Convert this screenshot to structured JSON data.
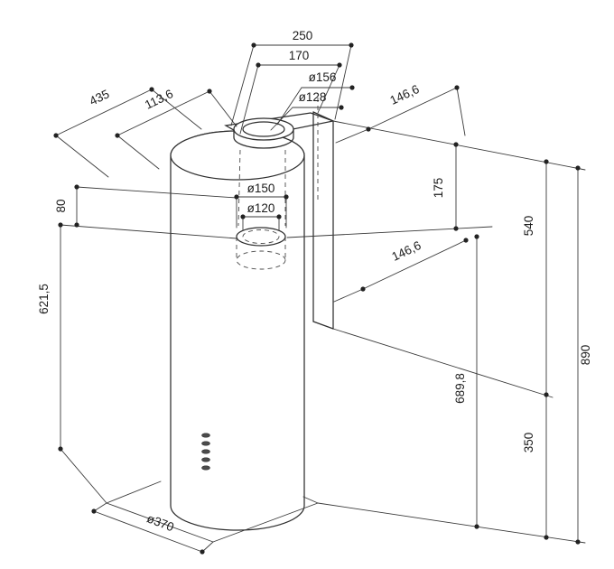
{
  "diagram": {
    "kind": "technical-dimensional-drawing",
    "subject": "cylindrical island range hood with wall bracket and duct collar",
    "units": "mm",
    "line_color": "#2e2e2e",
    "background_color": "#ffffff",
    "dimensions": {
      "top_width": "250",
      "top_inner_width": "170",
      "collar_outer_dia": "ø156",
      "collar_inner_dia": "ø128",
      "depth_total": "435",
      "depth_offset": "113,6",
      "wall_offset_top": "146,6",
      "bracket_top_height": "175",
      "duct_step_height": "80",
      "duct_outer_dia": "ø150",
      "duct_inner_dia": "ø120",
      "wall_offset_mid": "146,6",
      "upper_height": "540",
      "body_height": "621,5",
      "total_height": "890",
      "mid_height": "689,8",
      "lower_height": "350",
      "body_dia": "ø370"
    }
  }
}
